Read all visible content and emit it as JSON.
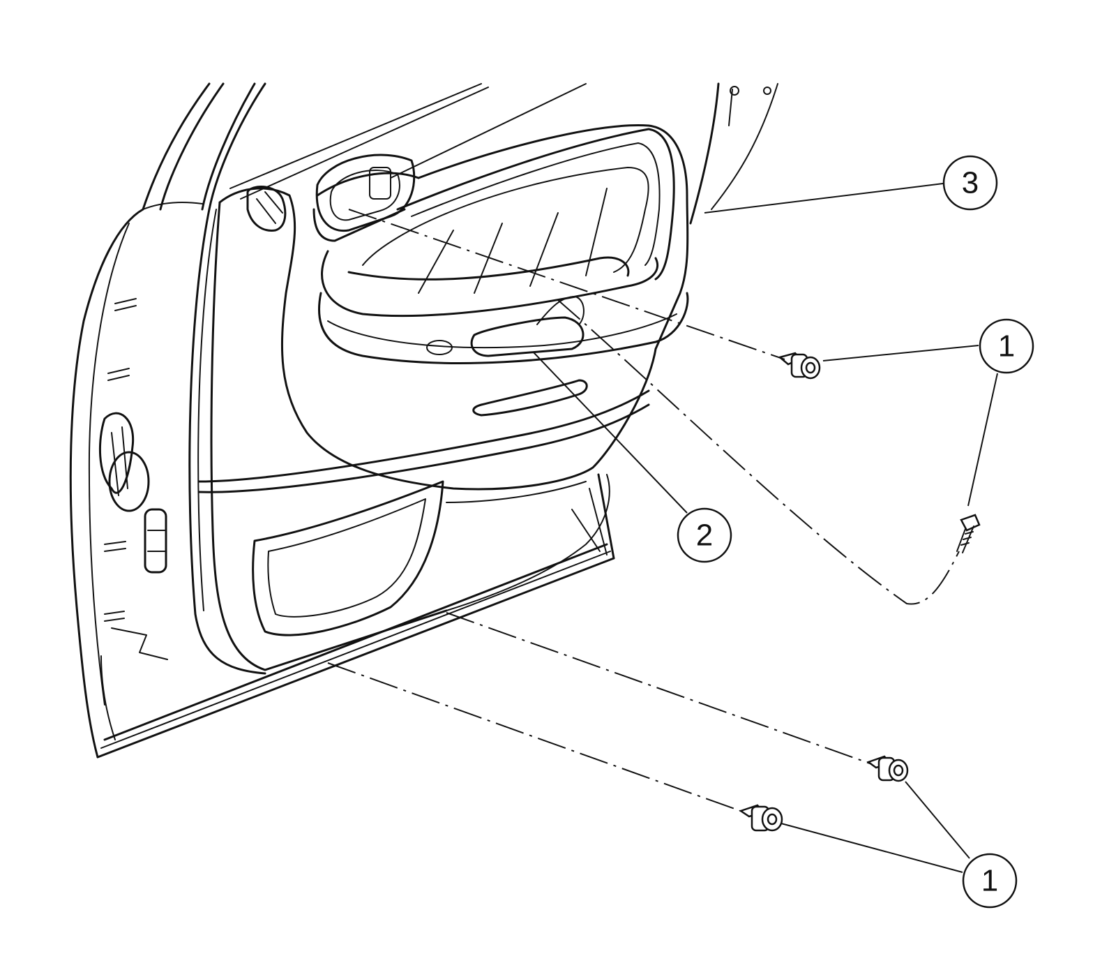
{
  "callouts": [
    {
      "id": "callout-3",
      "label": "3"
    },
    {
      "id": "callout-1-upper",
      "label": "1"
    },
    {
      "id": "callout-2",
      "label": "2"
    },
    {
      "id": "callout-1-lower",
      "label": "1"
    }
  ],
  "parts": [
    {
      "number": "1",
      "name": "clip"
    },
    {
      "number": "2",
      "name": "door-trim-panel"
    },
    {
      "number": "3",
      "name": "door"
    }
  ]
}
